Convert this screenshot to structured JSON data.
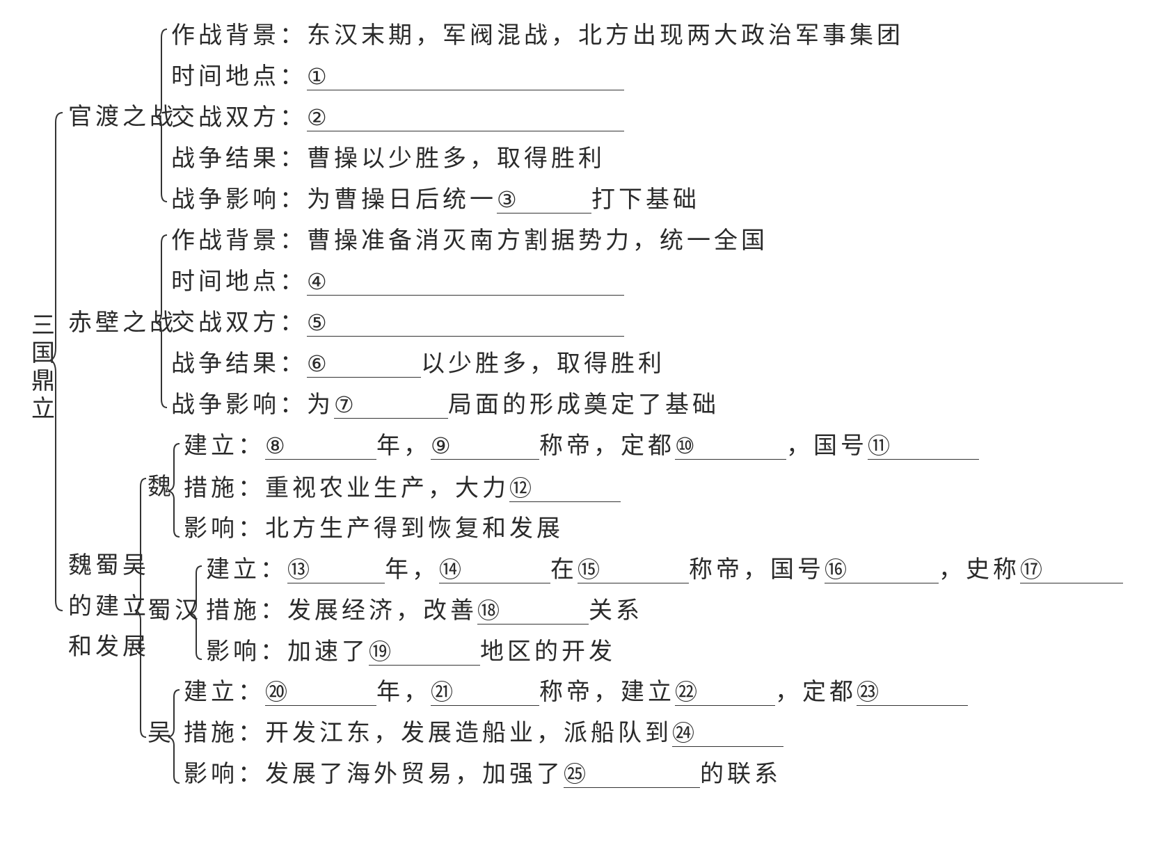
{
  "root": {
    "title": "三国鼎立"
  },
  "guandu": {
    "title": "官渡之战",
    "bg_label": "作战背景：",
    "bg_text": "东汉末期，军阀混战，北方出现两大政治军事集团",
    "time_label": "时间地点：",
    "b1": "①",
    "sides_label": "交战双方：",
    "b2": "②",
    "result_label": "战争结果：",
    "result_text": "曹操以少胜多，取得胜利",
    "impact_label": "战争影响：",
    "impact_pre": "为曹操日后统一",
    "b3": "③",
    "impact_post": "打下基础"
  },
  "chibi": {
    "title": "赤壁之战",
    "bg_label": "作战背景：",
    "bg_text": "曹操准备消灭南方割据势力，统一全国",
    "time_label": "时间地点：",
    "b4": "④",
    "sides_label": "交战双方：",
    "b5": "⑤",
    "result_label": "战争结果：",
    "b6": "⑥",
    "result_post": "以少胜多，取得胜利",
    "impact_label": "战争影响：",
    "impact_pre": "为",
    "b7": "⑦",
    "impact_post": "局面的形成奠定了基础"
  },
  "wsw": {
    "title_1": "魏蜀吴",
    "title_2": "的建立",
    "title_3": "和发展",
    "wei": {
      "name": "魏",
      "est_label": "建立：",
      "b8": "⑧",
      "year": "年，",
      "b9": "⑨",
      "cheng_di": "称帝，",
      "dingdu": "定都",
      "b10": "⑩",
      "comma": "，",
      "guohao": "国号",
      "b11": "⑪",
      "measure_label": "措施：",
      "measure_pre": "重视农业生产，大力",
      "b12": "⑫",
      "impact_label": "影响：",
      "impact_text": "北方生产得到恢复和发展"
    },
    "shu": {
      "name": "蜀汉",
      "est_label": "建立：",
      "b13": "⑬",
      "year": "年，",
      "b14": "⑭",
      "zai": "在",
      "b15": "⑮",
      "cheng_di": "称帝，",
      "guohao": "国号",
      "b16": "⑯",
      "shicheng": "，史称",
      "b17": "⑰",
      "measure_label": "措施：",
      "measure_pre": "发展经济，改善",
      "b18": "⑱",
      "measure_post": "关系",
      "impact_label": "影响：",
      "impact_pre": "加速了",
      "b19": "⑲",
      "impact_post": "地区的开发"
    },
    "wu": {
      "name": "吴",
      "est_label": "建立：",
      "b20": "⑳",
      "year": "年，",
      "b21": "㉑",
      "cheng_di": "称帝，建立",
      "b22": "㉒",
      "dingdu": "，定都",
      "b23": "㉓",
      "measure_label": "措施：",
      "measure_pre": "开发江东，发展造船业，派船队到",
      "b24": "㉔",
      "impact_label": "影响：",
      "impact_pre": "发展了海外贸易，加强了",
      "b25": "㉕",
      "impact_post": "的联系"
    }
  }
}
